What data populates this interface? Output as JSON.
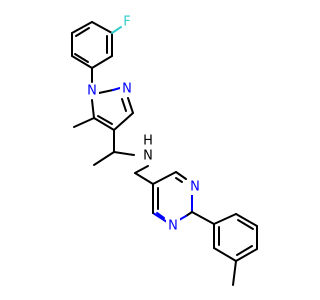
{
  "molecule": {
    "atoms": {
      "fluorine": {
        "symbol": "F",
        "color": "#33cccc"
      },
      "n1": {
        "symbol": "N",
        "color": "#0000ff"
      },
      "n2": {
        "symbol": "N",
        "color": "#0000ff"
      },
      "amine_n": {
        "symbol": "N",
        "color": "#000000"
      },
      "amine_h": {
        "symbol": "H",
        "color": "#000000"
      },
      "pyrimidine_n1": {
        "symbol": "N",
        "color": "#0000ff"
      },
      "pyrimidine_n2": {
        "symbol": "N",
        "color": "#0000ff"
      }
    }
  }
}
